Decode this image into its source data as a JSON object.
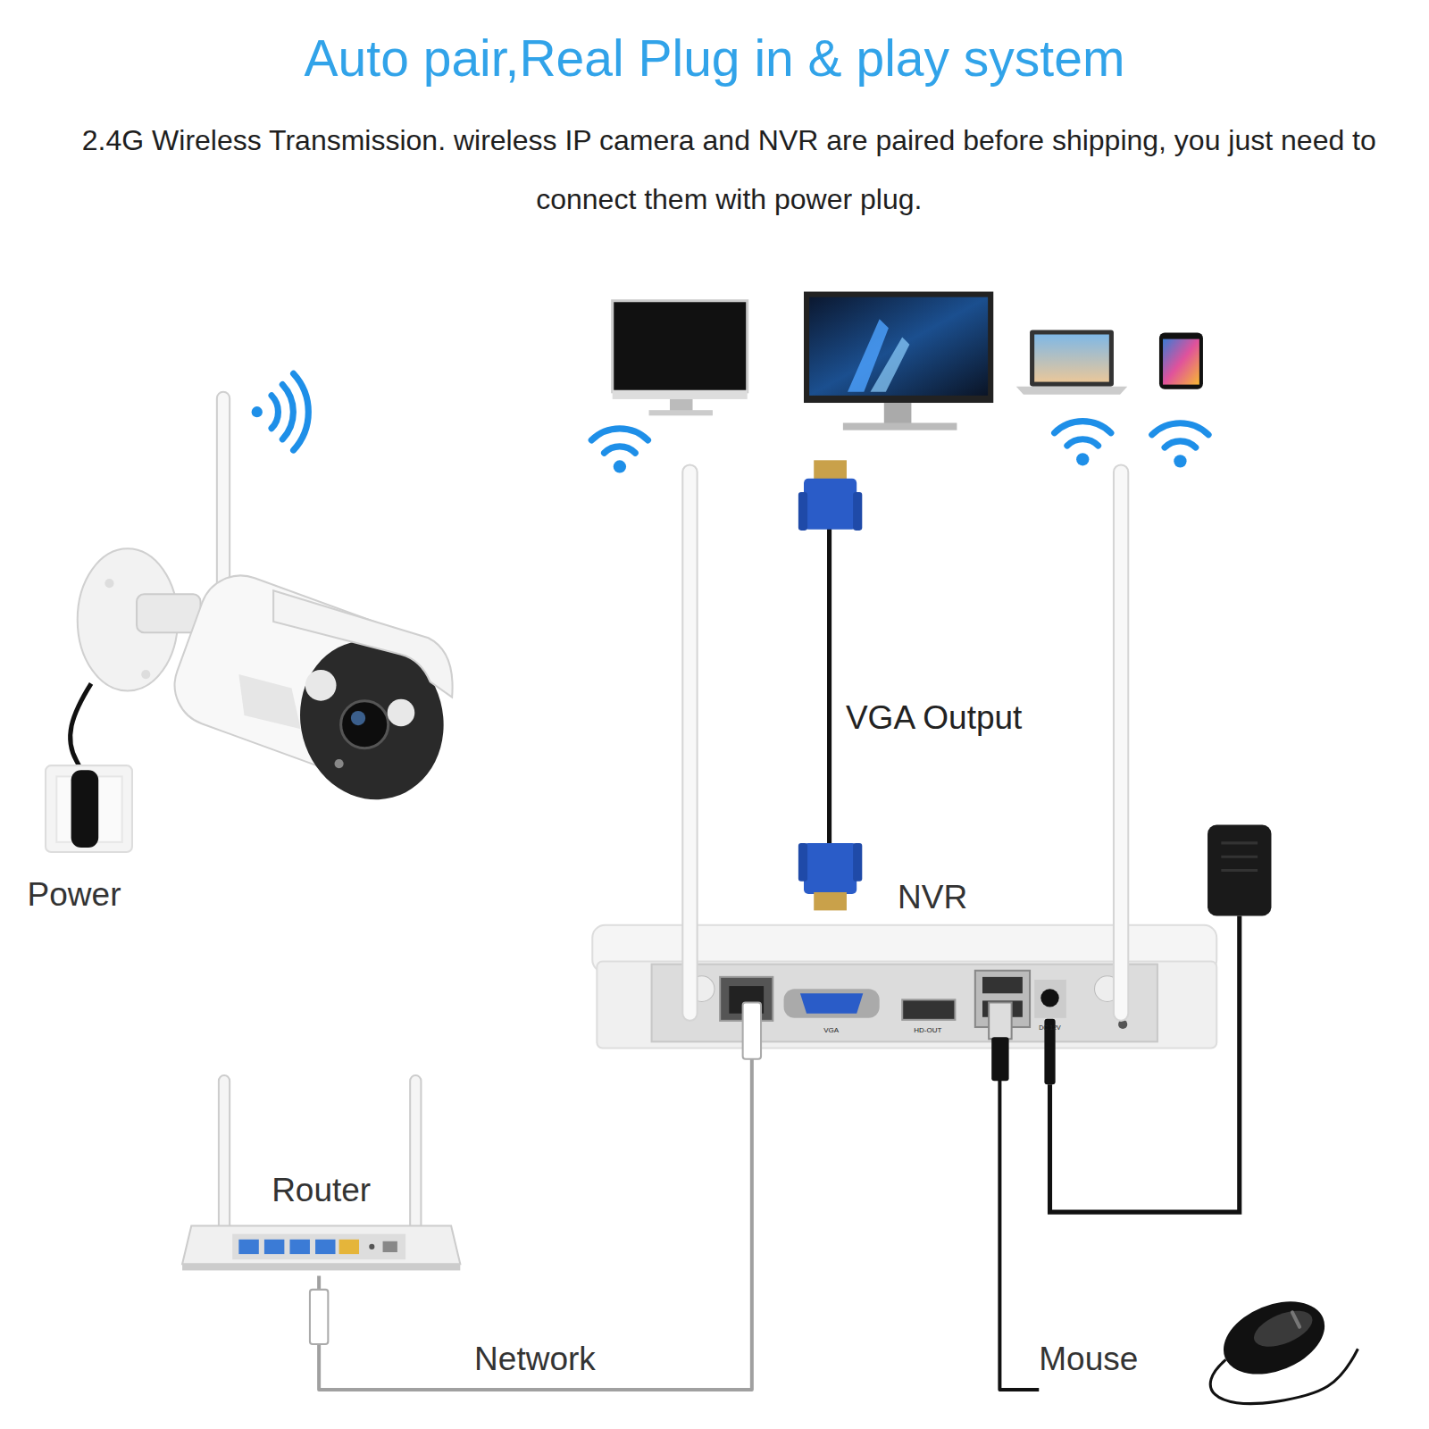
{
  "diagram": {
    "title": "Auto pair,Real Plug in & play system",
    "nodes": [
      {
        "text": [
          "NVR"
        ]
      },
      {
        "text": [
          "Router"
        ]
      },
      {
        "text": [
          "Mouse"
        ]
      }
    ],
    "edges": [
      {
        "from": 1,
        "to": 0,
        "arrow": "none",
        "label": "Network"
      },
      {
        "from": 0,
        "to": 2,
        "arrow": "none"
      }
    ],
    "labels": [
      "2.4G Wireless Transmission. wireless IP camera and NVR are paired before shipping, you just need to connect them with power plug.",
      "Power",
      "VGA Output",
      "VGA",
      "HD-OUT",
      "DC 12V"
    ]
  }
}
